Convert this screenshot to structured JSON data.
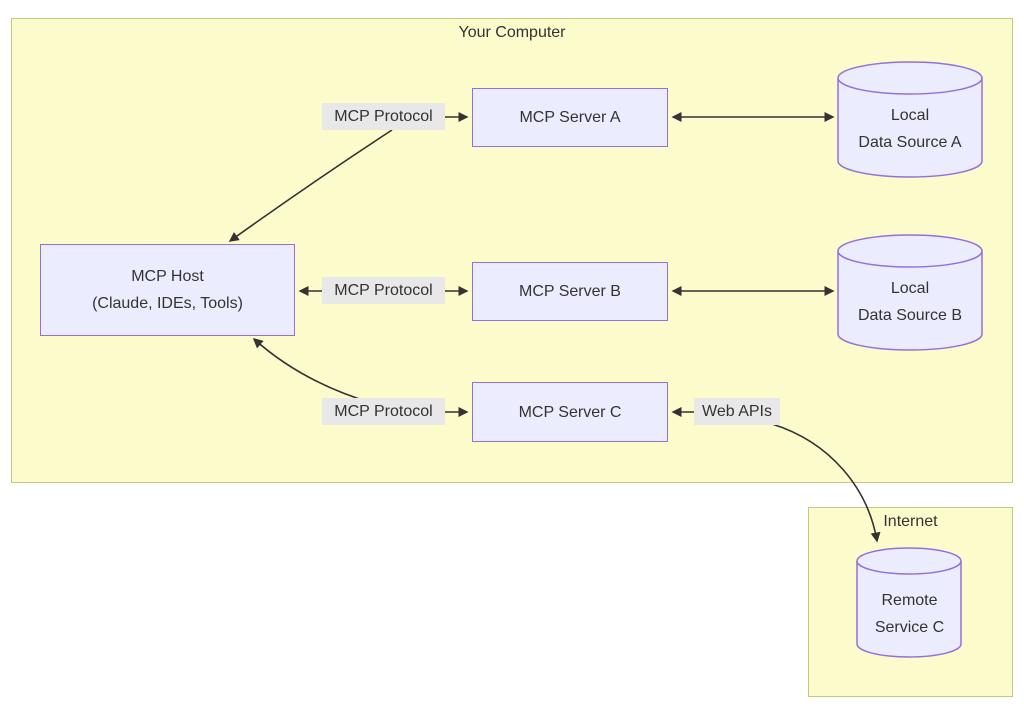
{
  "diagram_type": "mcp-architecture-flowchart",
  "clusters": {
    "your_computer": {
      "label": "Your Computer"
    },
    "internet": {
      "label": "Internet"
    }
  },
  "nodes": {
    "host": {
      "line1": "MCP Host",
      "line2": "(Claude, IDEs, Tools)"
    },
    "server_a": {
      "label": "MCP Server A"
    },
    "server_b": {
      "label": "MCP Server B"
    },
    "server_c": {
      "label": "MCP Server C"
    },
    "data_source_a": {
      "line1": "Local",
      "line2": "Data Source A"
    },
    "data_source_b": {
      "line1": "Local",
      "line2": "Data Source B"
    },
    "remote_service_c": {
      "line1": "Remote",
      "line2": "Service C"
    }
  },
  "edges": {
    "host_server_a": {
      "label": "MCP Protocol",
      "bidirectional": true
    },
    "host_server_b": {
      "label": "MCP Protocol",
      "bidirectional": true
    },
    "host_server_c": {
      "label": "MCP Protocol",
      "bidirectional": true
    },
    "server_a_data_a": {
      "label": "",
      "bidirectional": true
    },
    "server_b_data_b": {
      "label": "",
      "bidirectional": true
    },
    "server_c_remote_c": {
      "label": "Web APIs",
      "bidirectional": true
    }
  },
  "colors": {
    "cluster_fill": "#fbfbcb",
    "cluster_border": "#c6c67c",
    "node_fill": "#ececff",
    "node_border": "#9370db",
    "edge_label_bg": "#e8e8e8",
    "text": "#333333",
    "arrow": "#333333",
    "page_bg": "#ffffff"
  }
}
